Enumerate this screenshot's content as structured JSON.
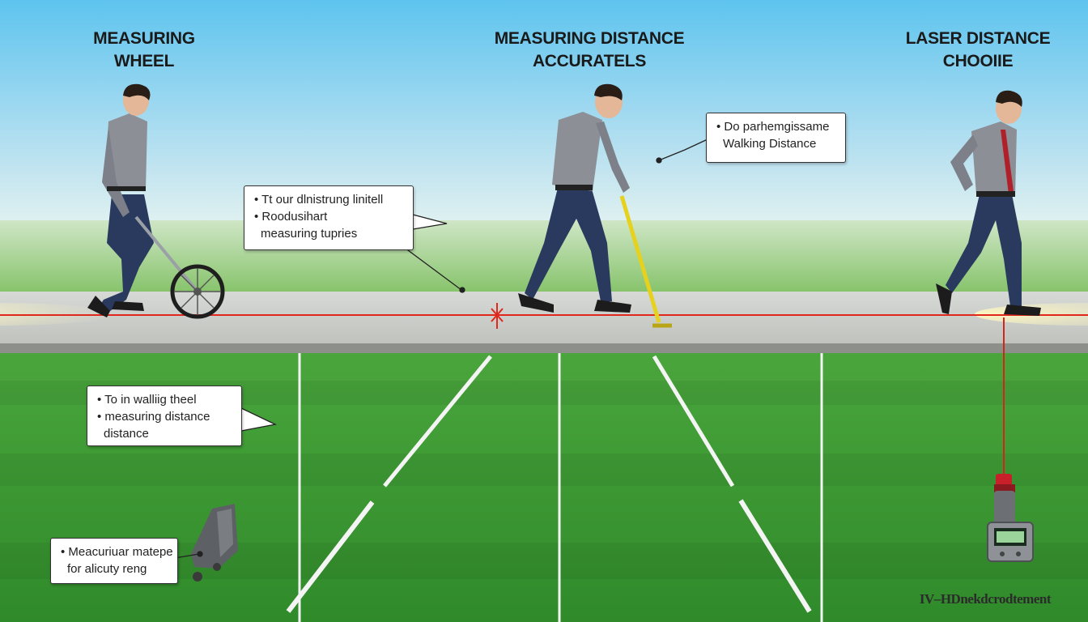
{
  "titles": {
    "left": [
      "MEASURING",
      "WHEEL"
    ],
    "center": [
      "MEASURING DISTANCE",
      "ACCURATELS"
    ],
    "right": [
      "LASER DISTANCE",
      "CHOOIIE"
    ]
  },
  "callouts": {
    "top_center": [
      "• Do parhemgissame",
      "Walking Distance"
    ],
    "mid_left": [
      "• Tt our dlnistrung linitell",
      "• Roodusihart",
      "measuring tupries"
    ],
    "lower_left": [
      "• To in walliig theel",
      "• measuring distance",
      "distance"
    ],
    "bottom_left": [
      "• Meacuriuar matepe",
      "for alicuty reng"
    ]
  },
  "watermark": "IV–HDnekdcrodtement",
  "colors": {
    "sky_top": "#5ec4ef",
    "sky_bottom": "#dff1f5",
    "grass": "#3f9b34",
    "path": "#c9cbc8",
    "laser": "#e0281c",
    "tape": "#e6d21e"
  }
}
